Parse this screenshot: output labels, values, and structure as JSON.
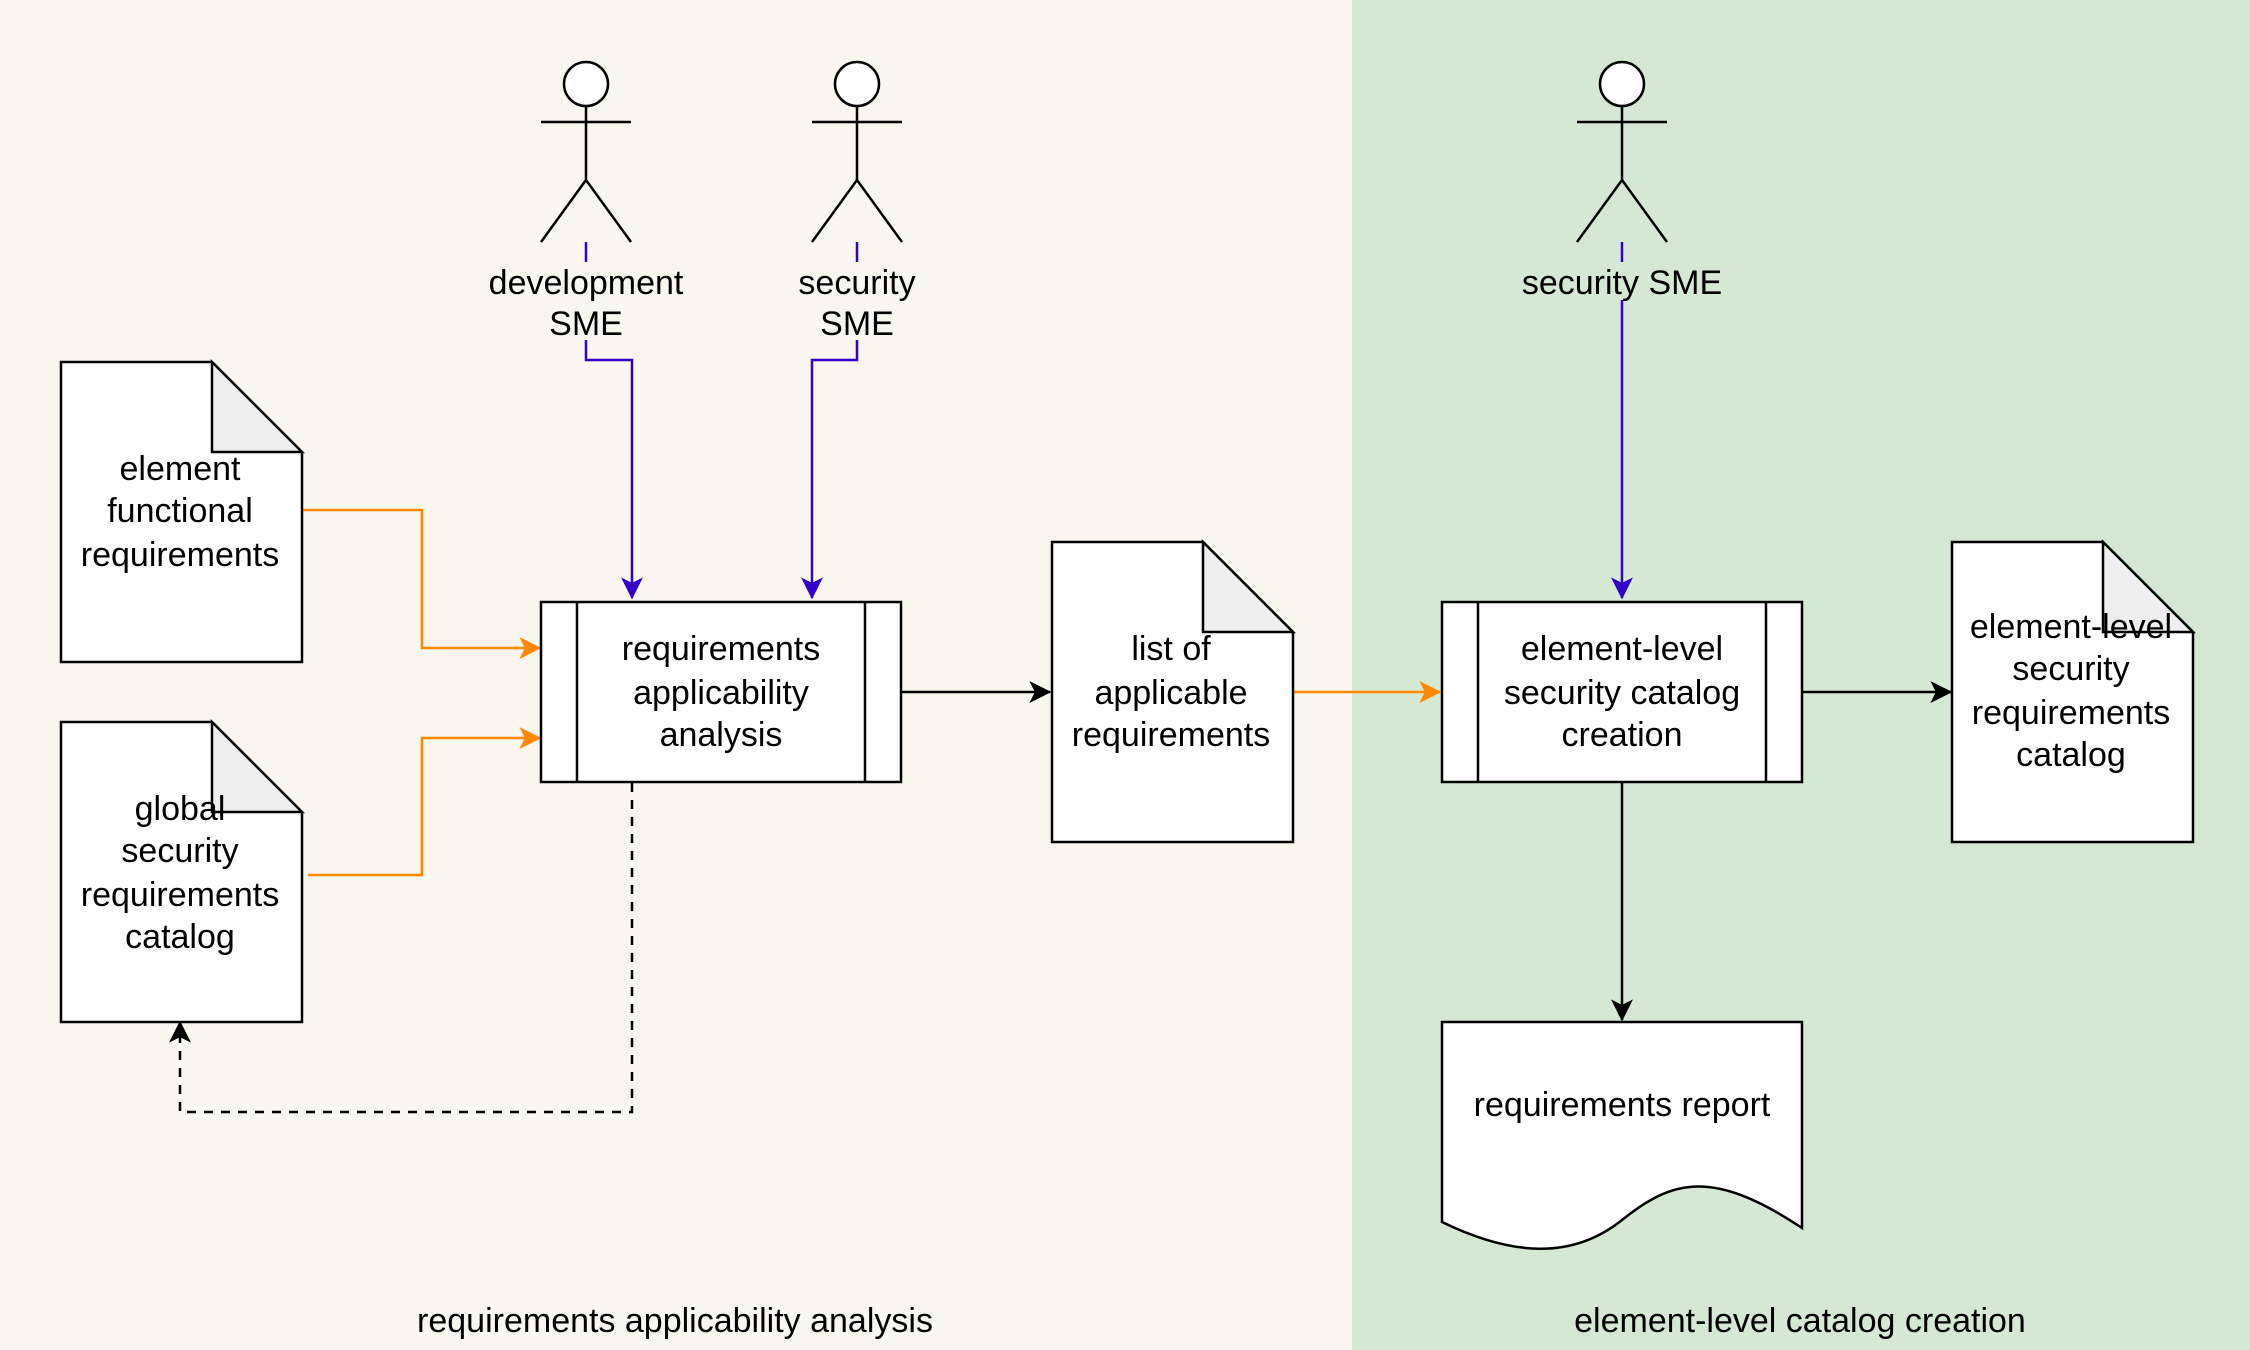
{
  "colors": {
    "left_zone": "#f8f6ee",
    "right_zone": "#d5e8d4",
    "actor_link": "#3300cc",
    "input_link": "#ff8800",
    "flow_link": "#000000",
    "fold": "#eeeeee"
  },
  "zones": {
    "left_label": "requirements applicability analysis",
    "right_label": "element-level catalog creation"
  },
  "actors": [
    {
      "id": "dev-sme",
      "lines": [
        "development",
        "SME"
      ]
    },
    {
      "id": "sec-sme-1",
      "lines": [
        "security",
        "SME"
      ]
    },
    {
      "id": "sec-sme-2",
      "lines": [
        "security SME"
      ]
    }
  ],
  "documents": [
    {
      "id": "element-functional-requirements",
      "lines": [
        "element",
        "functional",
        "requirements"
      ]
    },
    {
      "id": "global-security-requirements-catalog",
      "lines": [
        "global",
        "security",
        "requirements",
        "catalog"
      ]
    },
    {
      "id": "list-of-applicable-requirements",
      "lines": [
        "list of",
        "applicable",
        "requirements"
      ]
    },
    {
      "id": "element-level-security-requirements-catalog",
      "lines": [
        "element-level",
        "security",
        "requirements",
        "catalog"
      ]
    }
  ],
  "processes": [
    {
      "id": "requirements-applicability-analysis",
      "lines": [
        "requirements",
        "applicability",
        "analysis"
      ]
    },
    {
      "id": "element-level-security-catalog-creation",
      "lines": [
        "element-level",
        "security catalog",
        "creation"
      ]
    }
  ],
  "report": {
    "lines": [
      "requirements report"
    ]
  }
}
